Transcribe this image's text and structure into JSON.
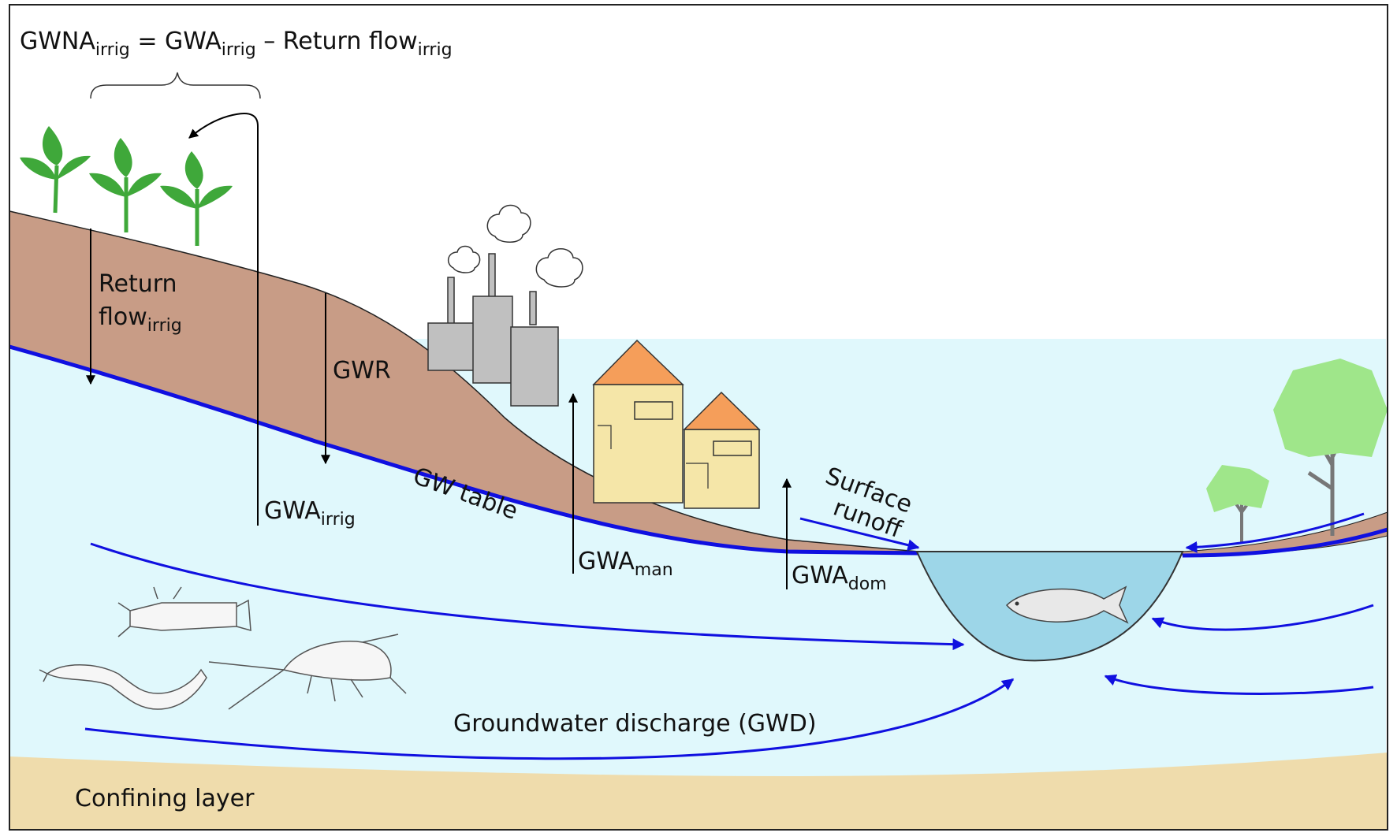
{
  "colors": {
    "soil": "#c89c86",
    "groundwater": "#e0f8fc",
    "confining": "#efdcac",
    "river": "#9dd6e8",
    "gw_line": "#1010e0",
    "factory": "#c0c0c0",
    "house": "#f5e6a8",
    "roof": "#f59e5a",
    "leaf_dark": "#3fa83a",
    "leaf_light": "#9fe68a"
  },
  "equation": {
    "lhs_main": "GWNA",
    "lhs_sub": "irrig",
    "eq": " = ",
    "term1_main": "GWA",
    "term1_sub": "irrig",
    "minus": " – ",
    "term2_main": "Return flow",
    "term2_sub": "irrig"
  },
  "labels": {
    "return_flow_line1": "Return",
    "return_flow_main": "flow",
    "return_flow_sub": "irrig",
    "gwr": "GWR",
    "gw_table": "GW table",
    "gwa_irrig_main": "GWA",
    "gwa_irrig_sub": "irrig",
    "gwa_man_main": "GWA",
    "gwa_man_sub": "man",
    "gwa_dom_main": "GWA",
    "gwa_dom_sub": "dom",
    "surface": "Surface",
    "runoff": "runoff",
    "gwd": "Groundwater discharge (GWD)",
    "confining": "Confining layer"
  },
  "icons": [
    "plant-icon",
    "factory-icon",
    "smoke-cloud-icon",
    "house-icon",
    "tree-icon",
    "fish-icon",
    "crayfish-icon",
    "shrimp-icon",
    "amphipod-icon"
  ]
}
